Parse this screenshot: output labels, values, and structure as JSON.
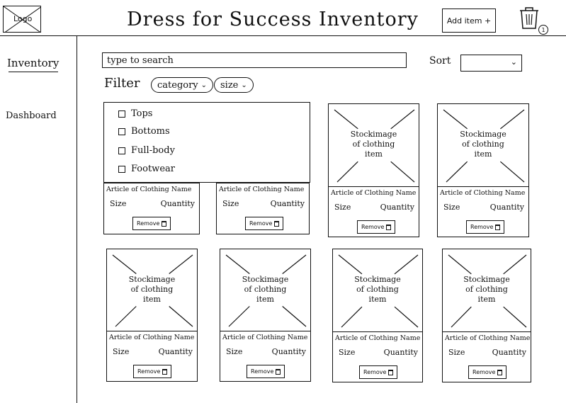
{
  "header": {
    "logo_text": "Logo",
    "title": "Dress for Success Inventory",
    "add_item_label": "Add item +",
    "cart_badge": "1"
  },
  "sidebar": {
    "items": [
      {
        "label": "Inventory"
      },
      {
        "label": "Dashboard"
      }
    ]
  },
  "search": {
    "placeholder": "type to search"
  },
  "sort": {
    "label": "Sort",
    "value": ""
  },
  "filter": {
    "label": "Filter",
    "pills": [
      {
        "label": "category"
      },
      {
        "label": "size"
      }
    ],
    "category_options": [
      {
        "label": "Tops"
      },
      {
        "label": "Bottoms"
      },
      {
        "label": "Full-body"
      },
      {
        "label": "Footwear"
      }
    ]
  },
  "card_text": {
    "image_line1": "Stockimage",
    "image_line2": "of clothing",
    "image_line3": "item",
    "name": "Article of Clothing Name",
    "size": "Size",
    "quantity": "Quantity",
    "remove": "Remove"
  }
}
